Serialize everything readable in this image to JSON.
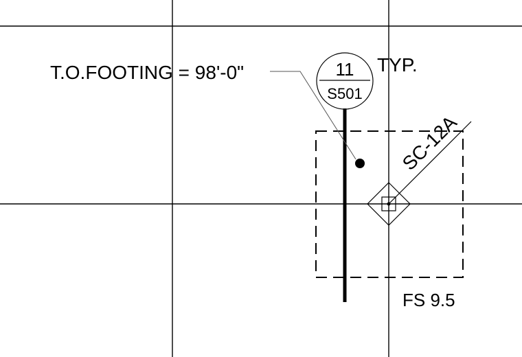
{
  "annotations": {
    "footing_elevation": "T.O.FOOTING = 98'-0\"",
    "typical": "TYP.",
    "section_number": "11",
    "section_sheet": "S501",
    "column_tag": "SC-12A",
    "footing_tag": "FS 9.5"
  }
}
